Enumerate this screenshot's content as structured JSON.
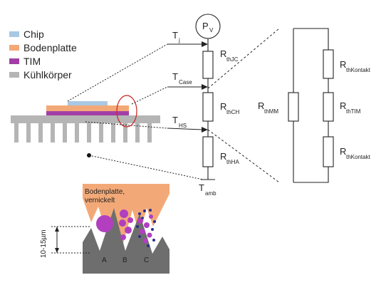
{
  "colors": {
    "chip": "#a9c8e3",
    "bodenplatte": "#f3a977",
    "tim": "#a23fa6",
    "kuehlkoerper": "#b5b5b5",
    "dark_gray": "#6e6e6e",
    "red_highlight": "#cc2222",
    "particle_purple": "#b13fc0",
    "particle_blue": "#2d2d8a"
  },
  "legend": [
    {
      "label": "Chip",
      "color_key": "chip"
    },
    {
      "label": "Bodenplatte",
      "color_key": "bodenplatte"
    },
    {
      "label": "TIM",
      "color_key": "tim"
    },
    {
      "label": "Kühlkörper",
      "color_key": "kuehlkoerper"
    }
  ],
  "power_source": {
    "main": "P",
    "sub": "V"
  },
  "temperatures": {
    "tj": {
      "main": "T",
      "sub": "j"
    },
    "tcase": {
      "main": "T",
      "sub": "Case"
    },
    "ths": {
      "main": "T",
      "sub": "HS"
    },
    "tamb": {
      "main": "T",
      "sub": "amb"
    }
  },
  "resistors_chain": {
    "rjc": {
      "main": "R",
      "sub": "thJC"
    },
    "rch": {
      "main": "R",
      "sub": "thCH"
    },
    "rha": {
      "main": "R",
      "sub": "thHA"
    }
  },
  "detail_network": {
    "rmm": {
      "main": "R",
      "sub": "thMM"
    },
    "rk1": {
      "main": "R",
      "sub": "thKontakt"
    },
    "rtim": {
      "main": "R",
      "sub": "thTIM"
    },
    "rk2": {
      "main": "R",
      "sub": "thKontakt"
    }
  },
  "microscopic": {
    "plate_label_line1": "Bodenplatte,",
    "plate_label_line2": "vernickelt",
    "dimension": "10-15µm",
    "cases": [
      "A",
      "B",
      "C"
    ]
  }
}
